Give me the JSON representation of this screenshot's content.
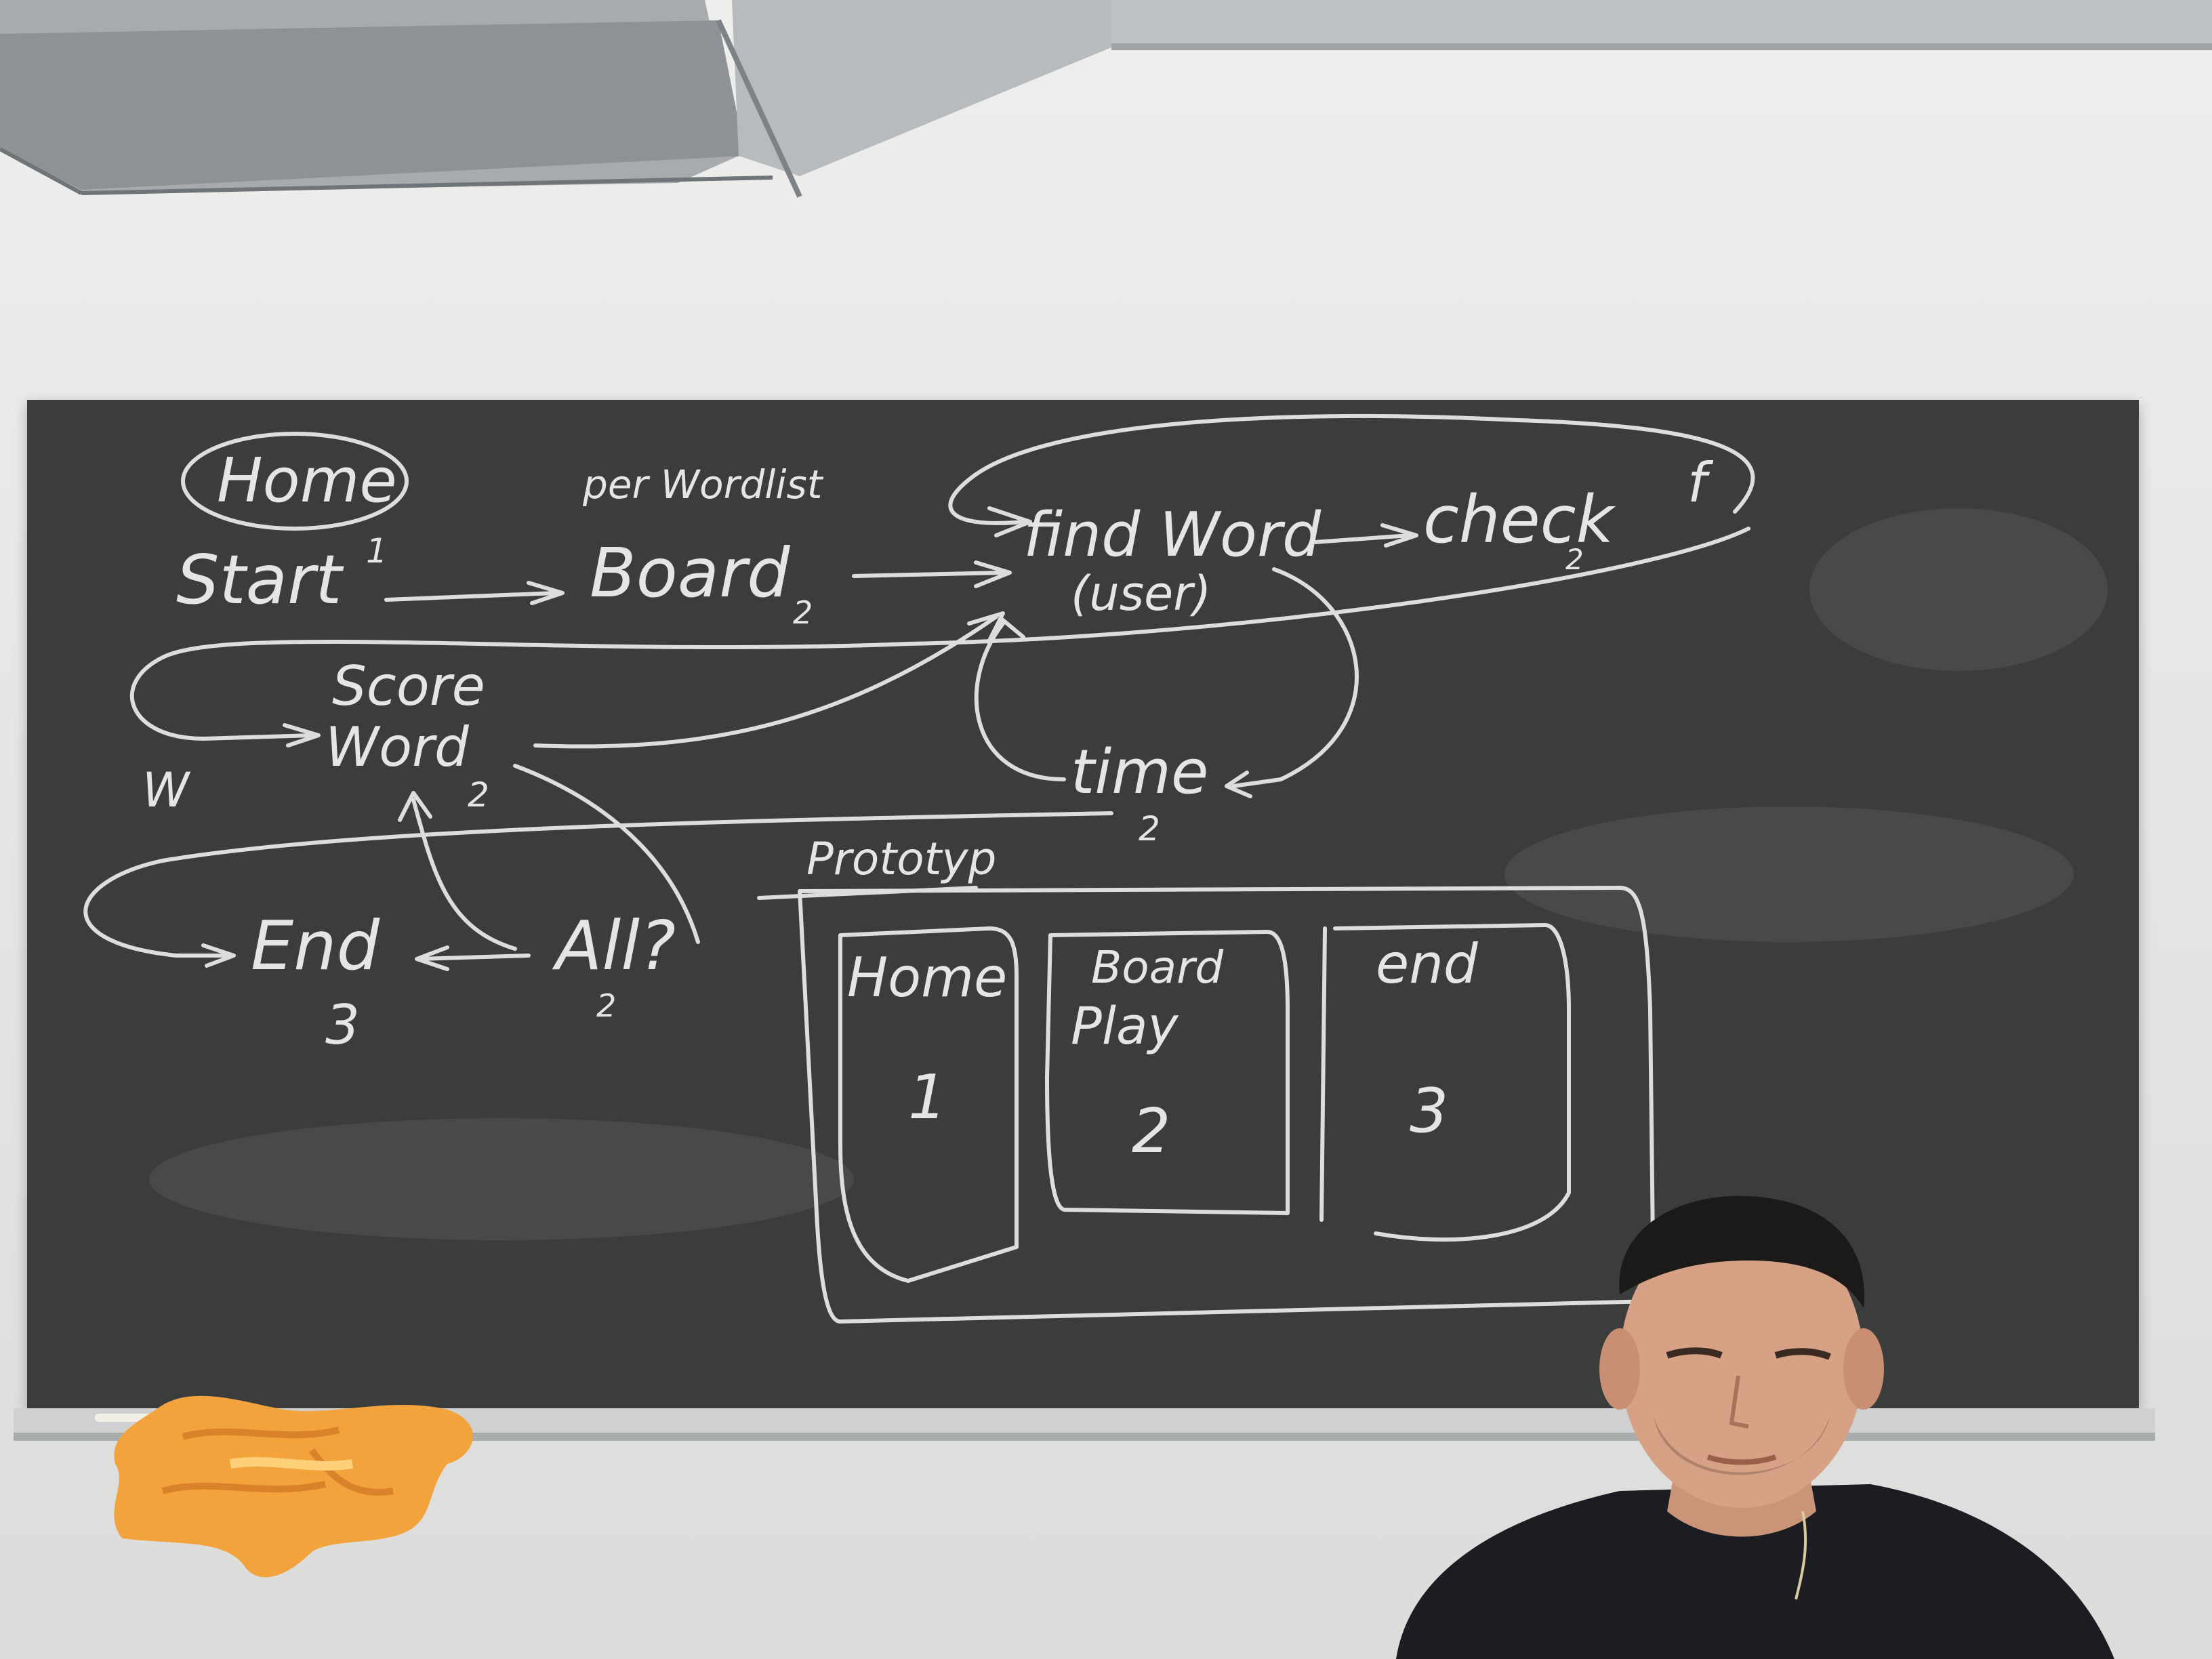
{
  "scene": {
    "subject": "chalkboard-flow-diagram",
    "colors": {
      "board": "#3b3c3c",
      "chalk": "#e4e6e3",
      "wall": "#e6e7e5",
      "cloth": "#f3a33c",
      "sweater": "#1c1d22"
    }
  },
  "diagram": {
    "home": "Home",
    "start": "Start",
    "start_num": "1",
    "per_wordlist": "per Wordlist",
    "board": "Board",
    "board_num": "2",
    "find_word": "find Word",
    "user": "(user)",
    "check": "check",
    "check_num": "2",
    "f": "f",
    "score": "Score",
    "word": "Word",
    "word_num": "2",
    "w": "W",
    "time": "time",
    "time_num": "2",
    "end": "End",
    "end_num": "3",
    "all": "All?",
    "all_num": "2"
  },
  "prototype": {
    "title": "Prototyp",
    "panels": [
      {
        "label": "Home",
        "number": "1"
      },
      {
        "label": "Board",
        "label2": "Play",
        "number": "2"
      },
      {
        "label": "end",
        "number": "3"
      }
    ]
  }
}
